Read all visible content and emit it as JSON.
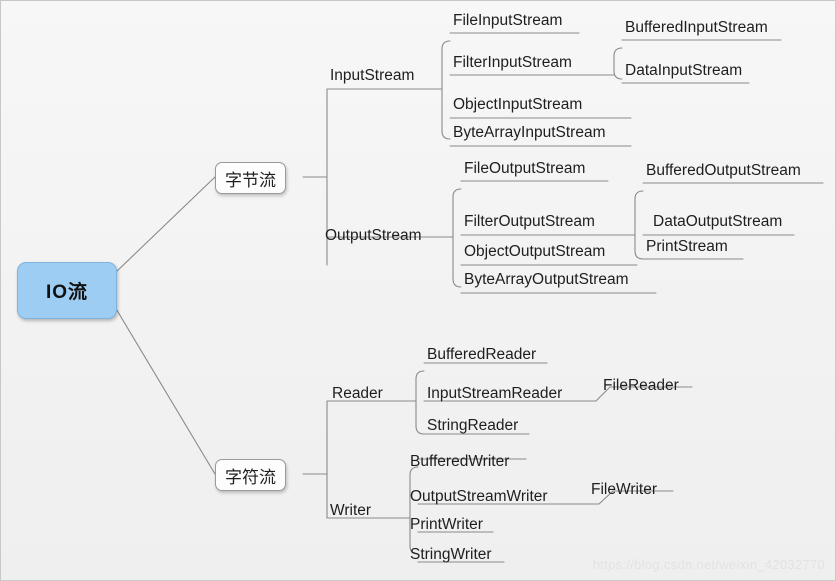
{
  "diagram": {
    "type": "mindmap",
    "title": "IO流",
    "root": {
      "label": "IO流"
    },
    "level2": [
      {
        "label": "字节流"
      },
      {
        "label": "字符流"
      }
    ],
    "level3": [
      {
        "label": "InputStream"
      },
      {
        "label": "OutputStream"
      },
      {
        "label": "Reader"
      },
      {
        "label": "Writer"
      }
    ],
    "byte_stream": {
      "input": {
        "label": "InputStream",
        "children": [
          {
            "label": "FileInputStream"
          },
          {
            "label": "FilterInputStream",
            "children": [
              {
                "label": "BufferedInputStream"
              },
              {
                "label": "DataInputStream"
              }
            ]
          },
          {
            "label": "ObjectInputStream"
          },
          {
            "label": "ByteArrayInputStream"
          }
        ]
      },
      "output": {
        "label": "OutputStream",
        "children": [
          {
            "label": "FileOutputStream"
          },
          {
            "label": "FilterOutputStream",
            "children": [
              {
                "label": "BufferedOutputStream"
              },
              {
                "label": "DataOutputStream"
              },
              {
                "label": "PrintStream"
              }
            ]
          },
          {
            "label": "ObjectOutputStream"
          },
          {
            "label": "ByteArrayOutputStream"
          }
        ]
      }
    },
    "char_stream": {
      "reader": {
        "label": "Reader",
        "children": [
          {
            "label": "BufferedReader"
          },
          {
            "label": "InputStreamReader",
            "children": [
              {
                "label": "FileReader"
              }
            ]
          },
          {
            "label": "StringReader"
          }
        ]
      },
      "writer": {
        "label": "Writer",
        "children": [
          {
            "label": "BufferedWriter"
          },
          {
            "label": "OutputStreamWriter",
            "children": [
              {
                "label": "FileWriter"
              }
            ]
          },
          {
            "label": "PrintWriter"
          },
          {
            "label": "StringWriter"
          }
        ]
      }
    },
    "watermark": "https://blog.csdn.net/weixin_42032770",
    "colors": {
      "root_fill": "#9ecdf4",
      "root_border": "#7fb4e0",
      "node_fill": "#fdfdfd",
      "node_border": "#9a9a9a",
      "wire": "#8a8a8a",
      "text": "#1e1e1e",
      "background": "#f2f2f2",
      "watermark": "#e2e2e2"
    }
  }
}
